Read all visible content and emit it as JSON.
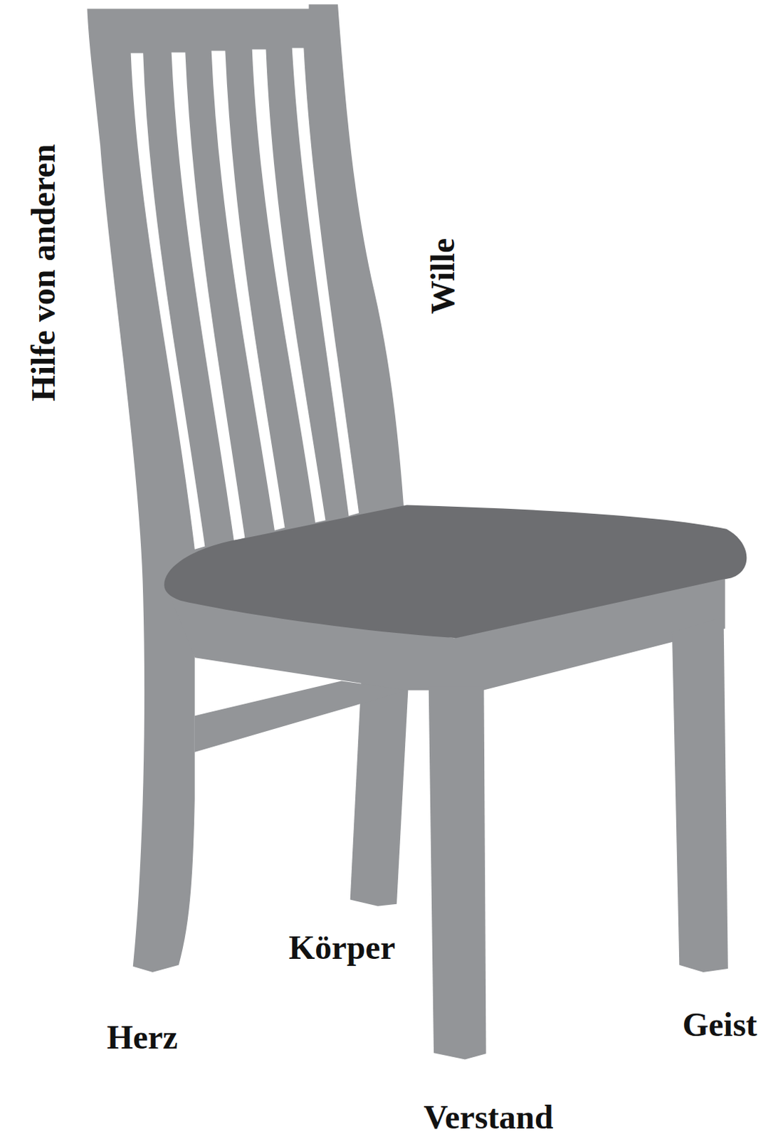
{
  "diagram": {
    "labels": [
      "Hilfe von anderen",
      "Wille",
      "Körper",
      "Herz",
      "Geist",
      "Verstand"
    ]
  }
}
